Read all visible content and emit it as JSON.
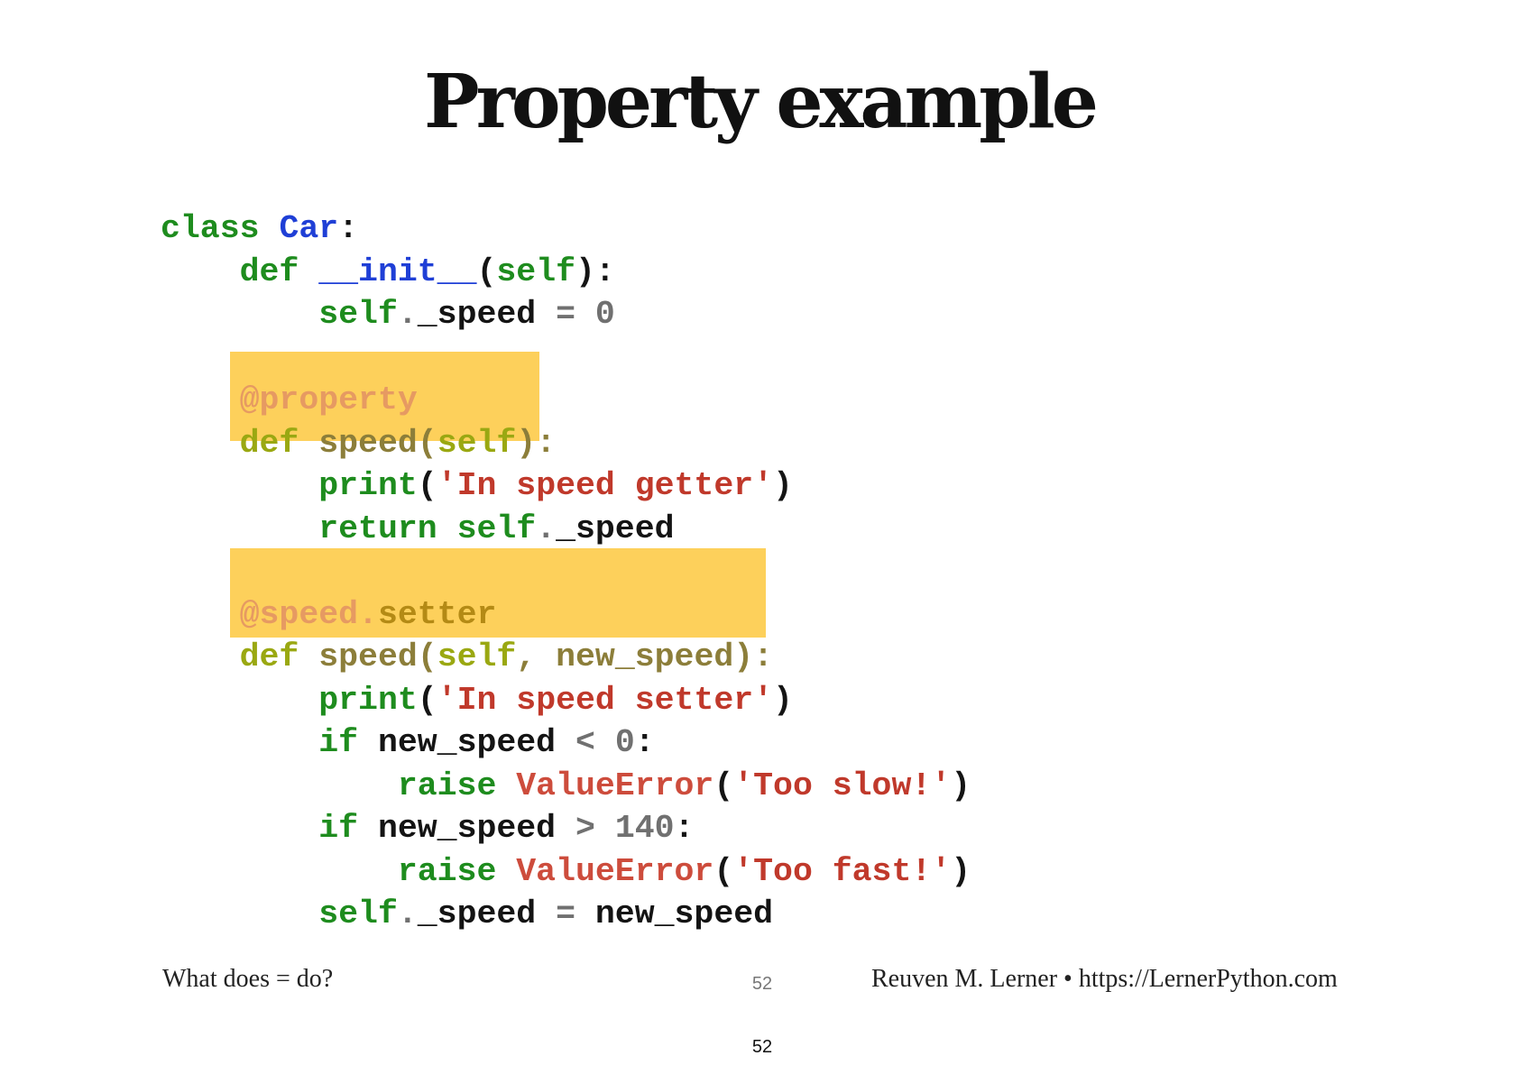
{
  "slide": {
    "title": "Property example"
  },
  "code": {
    "l1": [
      "class",
      " ",
      "Car",
      ":"
    ],
    "l2": [
      "    ",
      "def",
      " ",
      "__init__",
      "(",
      "self",
      "):"
    ],
    "l3": [
      "        ",
      "self",
      ".",
      "_speed",
      " ",
      "=",
      " ",
      "0"
    ],
    "l5": [
      "    ",
      "@property"
    ],
    "l6": [
      "    ",
      "def",
      " ",
      "speed",
      "(",
      "self",
      "):"
    ],
    "l7": [
      "        ",
      "print",
      "(",
      "'In speed getter'",
      ")"
    ],
    "l8": [
      "        ",
      "return",
      " ",
      "self",
      ".",
      "_speed"
    ],
    "l10": [
      "    ",
      "@speed",
      ".",
      "setter"
    ],
    "l11": [
      "    ",
      "def",
      " ",
      "speed",
      "(",
      "self",
      ", ",
      "new_speed",
      "):"
    ],
    "l12": [
      "        ",
      "print",
      "(",
      "'In speed setter'",
      ")"
    ],
    "l13": [
      "        ",
      "if",
      " ",
      "new_speed",
      " ",
      "<",
      " ",
      "0",
      ":"
    ],
    "l14": [
      "            ",
      "raise",
      " ",
      "ValueError",
      "(",
      "'Too slow!'",
      ")"
    ],
    "l15": [
      "        ",
      "if",
      " ",
      "new_speed",
      " ",
      ">",
      " ",
      "140",
      ":"
    ],
    "l16": [
      "            ",
      "raise",
      " ",
      "ValueError",
      "(",
      "'Too fast!'",
      ")"
    ],
    "l17": [
      "        ",
      "self",
      ".",
      "_speed",
      " ",
      "=",
      " ",
      "new_speed"
    ]
  },
  "colors": {
    "keyword": "#1e8c1e",
    "name": "#1f3fd6",
    "string": "#c0392b",
    "exception": "#cd4c3c",
    "number": "#707070",
    "decorator": "#e69a62",
    "highlight": "#fdd05b"
  },
  "footer": {
    "left": "What does = do?",
    "slide_number": "52",
    "right": "Reuven M. Lerner • https://LernerPython.com"
  },
  "page_number": "52"
}
